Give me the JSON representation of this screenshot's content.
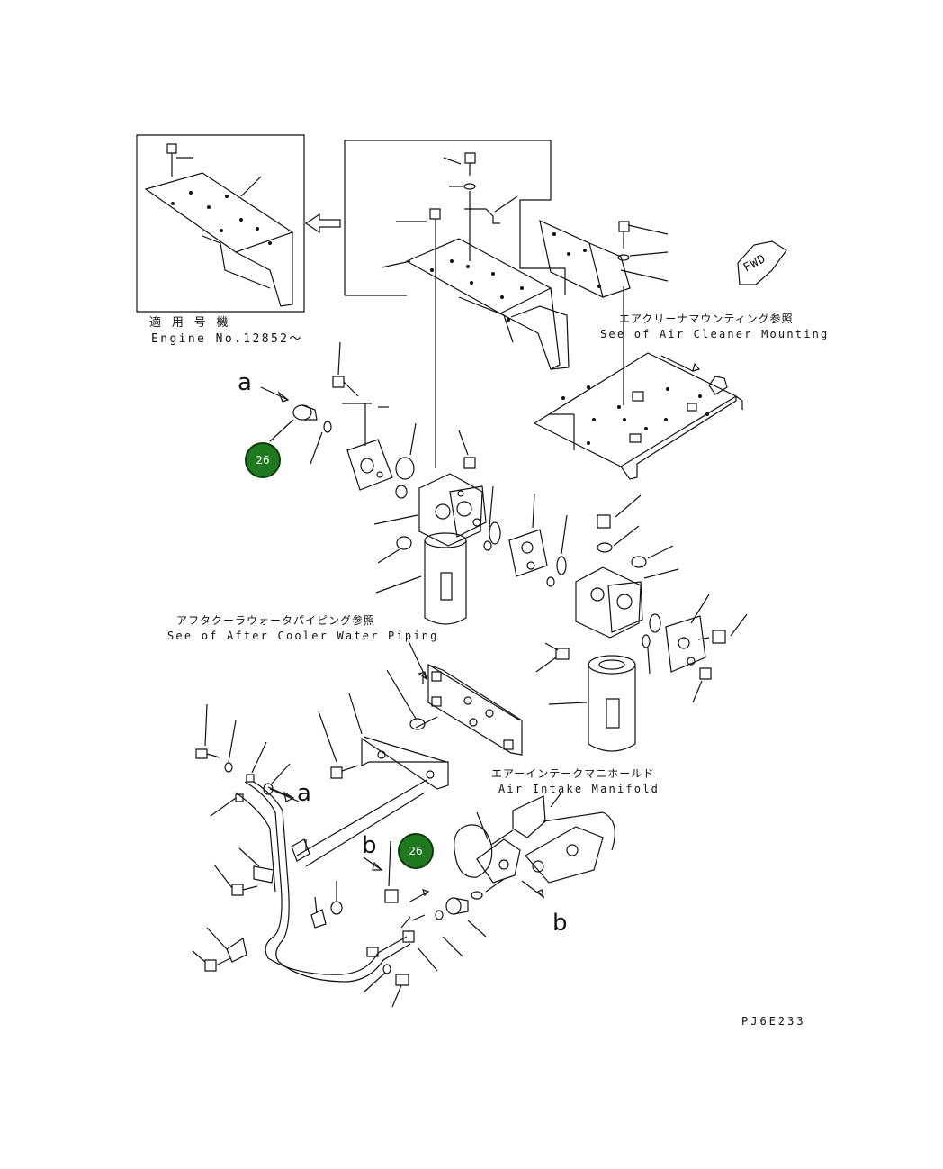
{
  "labels": {
    "inset_jp": "適 用 号 機",
    "inset_en": "Engine No.12852～",
    "air_cleaner_jp": "エアクリーナマウンティング参照",
    "air_cleaner_en": "See of Air Cleaner Mounting",
    "after_cooler_jp": "アフタクーラウォータパイピング参照",
    "after_cooler_en": "See of After Cooler Water Piping",
    "intake_jp": "エアーインテークマニホールド",
    "intake_en": "Air Intake Manifold",
    "fwd": "FWD",
    "drawing_code": "PJ6E233"
  },
  "refs": {
    "a": "a",
    "b": "b"
  },
  "callouts": [
    {
      "id": "callout-1",
      "label": "26"
    },
    {
      "id": "callout-2",
      "label": "26"
    }
  ],
  "colors": {
    "line": "#111111",
    "badge_fill": "#1f7a1f",
    "badge_text": "#ffffff"
  }
}
